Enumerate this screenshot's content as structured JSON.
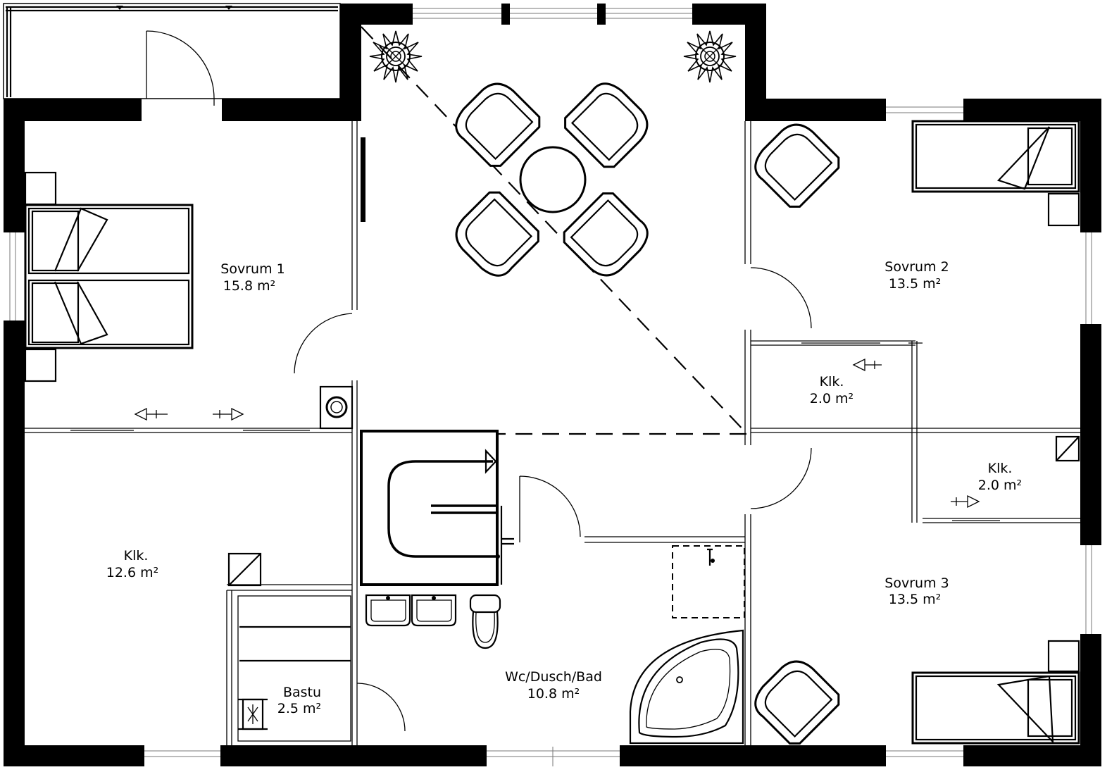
{
  "rooms": [
    {
      "id": "sovrum-1",
      "name": "Sovrum 1",
      "area": "15.8 m²"
    },
    {
      "id": "klk-left",
      "name": "Klk.",
      "area": "12.6 m²"
    },
    {
      "id": "bastu",
      "name": "Bastu",
      "area": "2.5 m²"
    },
    {
      "id": "bathroom",
      "name": "Wc/Dusch/Bad",
      "area": "10.8 m²"
    },
    {
      "id": "sovrum-2",
      "name": "Sovrum 2",
      "area": "13.5 m²"
    },
    {
      "id": "klk-mid",
      "name": "Klk.",
      "area": "2.0 m²"
    },
    {
      "id": "klk-right",
      "name": "Klk.",
      "area": "2.0 m²"
    },
    {
      "id": "sovrum-3",
      "name": "Sovrum 3",
      "area": "13.5 m²"
    }
  ]
}
